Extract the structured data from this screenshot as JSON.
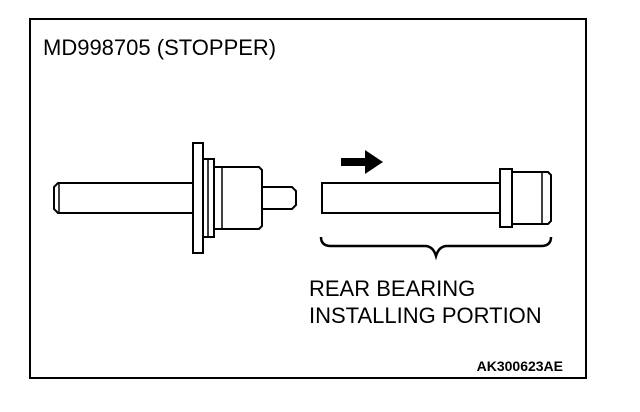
{
  "figure": {
    "title": "MD998705 (STOPPER)",
    "callout_line1": "REAR BEARING",
    "callout_line2": "INSTALLING PORTION",
    "figure_code": "AK300623AE"
  },
  "colors": {
    "line": "#000000",
    "background": "#ffffff"
  },
  "icons": {
    "direction": "right-arrow-icon"
  }
}
